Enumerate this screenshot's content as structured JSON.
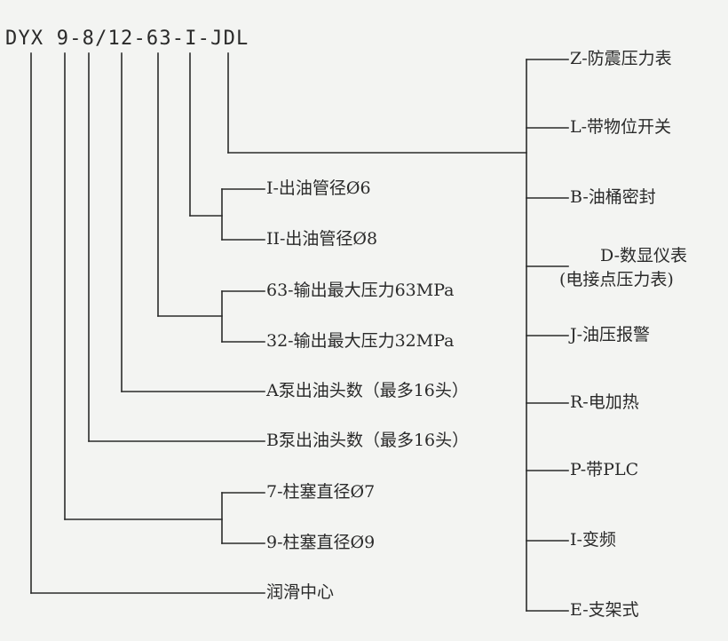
{
  "model_code": "DYX 9-8/12-63-I-JDL",
  "left_labels": {
    "outlet_6": "I-出油管径Ø6",
    "outlet_8": "II-出油管径Ø8",
    "pressure_63": "63-输出最大压力63MPa",
    "pressure_32": "32-输出最大压力32MPa",
    "pump_a": "A泵出油头数（最多16头）",
    "pump_b": "B泵出油头数（最多16头）",
    "plunger_7": "7-柱塞直径Ø7",
    "plunger_9": "9-柱塞直径Ø9",
    "center": "润滑中心"
  },
  "right_options": {
    "z": "Z-防震压力表",
    "l": "L-带物位开关",
    "b": "B-油桶密封",
    "d_line1": "D-数显仪表",
    "d_line2": "(电接点压力表)",
    "j": "J-油压报警",
    "r": "R-电加热",
    "p": "P-带PLC",
    "i": "I-变频",
    "e": "E-支架式"
  }
}
